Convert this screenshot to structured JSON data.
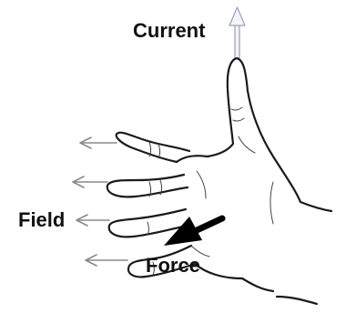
{
  "labels": {
    "current": "Current",
    "field": "Field",
    "force": "Force"
  },
  "colors": {
    "outline": "#1a1a1a",
    "field_arrows": "#8a8a8a",
    "current_arrow": "#9aa0b4",
    "force_arrow": "#000000"
  },
  "icons": {
    "current": "arrow-up-icon",
    "field": "arrow-left-icon",
    "force": "arrow-down-left-icon"
  }
}
